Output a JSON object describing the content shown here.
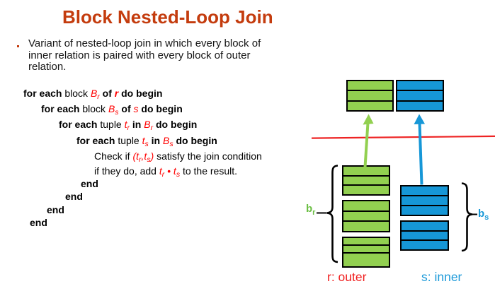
{
  "title": "Block Nested-Loop Join",
  "bullet": {
    "line1": "Variant of nested-loop join in which every block of",
    "line2": "inner relation is paired with every block of outer",
    "line3": "relation."
  },
  "code": {
    "lines": [
      {
        "indent": 0,
        "h": 22,
        "seg": [
          {
            "t": "for each ",
            "s": "b"
          },
          {
            "t": "block ",
            "s": "n"
          },
          {
            "t": "B",
            "s": "v"
          },
          {
            "t": "r",
            "s": "vs"
          },
          {
            "t": " of ",
            "s": "b"
          },
          {
            "t": "r",
            "s": "vb"
          },
          {
            "t": " do begin",
            "s": "b"
          }
        ]
      },
      {
        "indent": 25,
        "h": 22,
        "seg": [
          {
            "t": "for each ",
            "s": "b"
          },
          {
            "t": "block ",
            "s": "n"
          },
          {
            "t": "B",
            "s": "v"
          },
          {
            "t": "s",
            "s": "vs"
          },
          {
            "t": " of ",
            "s": "b"
          },
          {
            "t": "s",
            "s": "v"
          },
          {
            "t": " do begin",
            "s": "b"
          }
        ]
      },
      {
        "indent": 50,
        "h": 23,
        "seg": [
          {
            "t": "for each ",
            "s": "b"
          },
          {
            "t": "tuple ",
            "s": "n"
          },
          {
            "t": "t",
            "s": "v"
          },
          {
            "t": "r",
            "s": "vs"
          },
          {
            "t": " in ",
            "s": "b"
          },
          {
            "t": "B",
            "s": "v"
          },
          {
            "t": "r",
            "s": "vs"
          },
          {
            "t": " do begin",
            "s": "b"
          }
        ]
      },
      {
        "indent": 75,
        "h": 22,
        "seg": [
          {
            "t": "for each ",
            "s": "b"
          },
          {
            "t": "tuple ",
            "s": "n"
          },
          {
            "t": "t",
            "s": "v"
          },
          {
            "t": "s",
            "s": "vs"
          },
          {
            "t": " in ",
            "s": "b"
          },
          {
            "t": "B",
            "s": "v"
          },
          {
            "t": "s",
            "s": "vs"
          },
          {
            "t": " do begin",
            "s": "b"
          }
        ]
      },
      {
        "indent": 100,
        "h": 23,
        "seg": [
          {
            "t": "Check if ",
            "s": "n"
          },
          {
            "t": "(t",
            "s": "v"
          },
          {
            "t": "r",
            "s": "vs"
          },
          {
            "t": ",t",
            "s": "v"
          },
          {
            "t": "s",
            "s": "vs"
          },
          {
            "t": ")",
            "s": "v"
          },
          {
            "t": " satisfy the join condition",
            "s": "n"
          }
        ]
      },
      {
        "indent": 100,
        "h": 18,
        "seg": [
          {
            "t": "if they do, add ",
            "s": "n"
          },
          {
            "t": "t",
            "s": "v"
          },
          {
            "t": "r",
            "s": "vs"
          },
          {
            "t": " • ",
            "s": "v"
          },
          {
            "t": "t",
            "s": "v"
          },
          {
            "t": "s",
            "s": "vs"
          },
          {
            "t": " to the result.",
            "s": "n"
          }
        ]
      },
      {
        "indent": 81,
        "h": 18,
        "seg": [
          {
            "t": "end",
            "s": "b"
          }
        ]
      },
      {
        "indent": 59,
        "h": 19,
        "seg": [
          {
            "t": "end",
            "s": "b"
          }
        ]
      },
      {
        "indent": 33,
        "h": 18,
        "seg": [
          {
            "t": "end",
            "s": "b"
          }
        ]
      },
      {
        "indent": 9,
        "h": 19,
        "seg": [
          {
            "t": "end",
            "s": "b"
          }
        ]
      }
    ]
  },
  "diagram": {
    "buffer": {
      "outer_rows": 3,
      "inner_rows": 3
    },
    "outer": {
      "label": "r: outer",
      "brace_base": "b",
      "brace_sub": "r",
      "stack_blocks": [
        3,
        3,
        3
      ]
    },
    "inner": {
      "label": "s: inner",
      "brace_base": "b",
      "brace_sub": "s",
      "stack_blocks": [
        3,
        3
      ]
    }
  },
  "colors": {
    "title": "#C43C0E",
    "variable": "#FF0000",
    "outer_green": "#92D050",
    "inner_blue": "#1697D7",
    "divider_line": "#EE2424",
    "outer_brace_label": "#6CBF45",
    "inner_brace_label": "#1697D7",
    "outer_name": "#F01E1E",
    "inner_name": "#1D9AD9",
    "brace": "#000000"
  }
}
